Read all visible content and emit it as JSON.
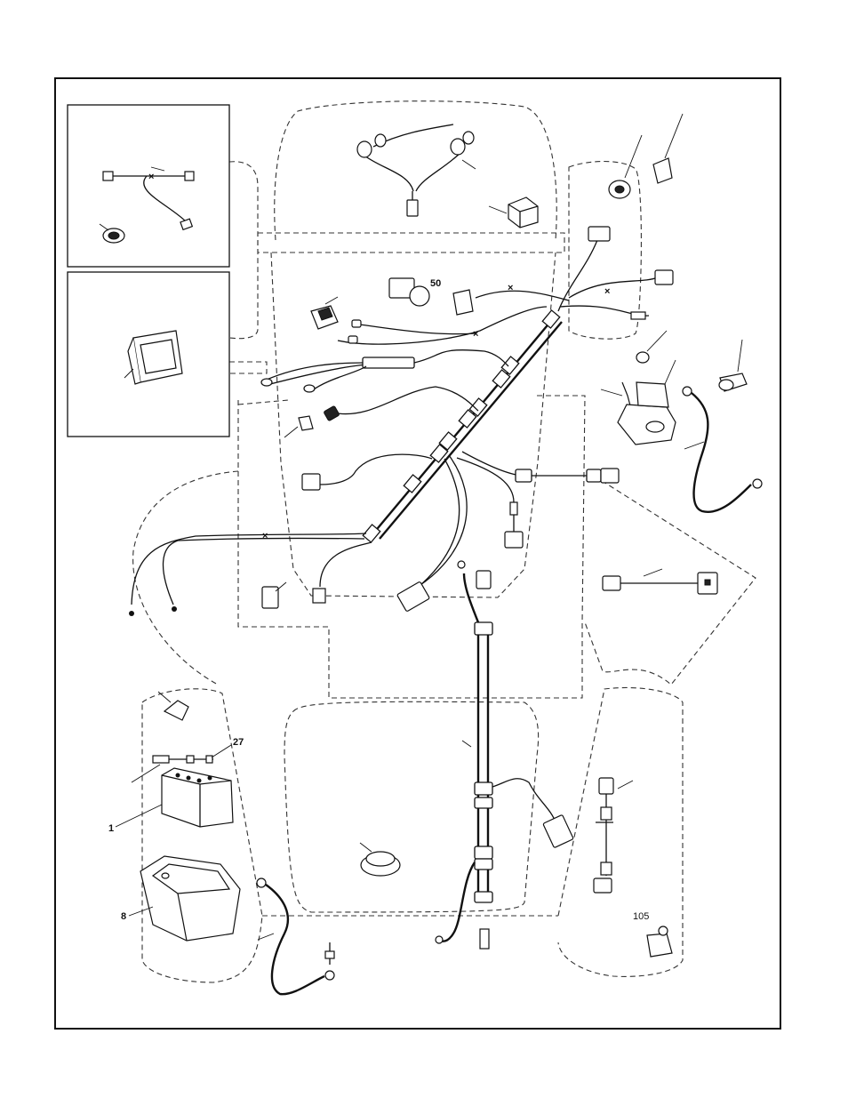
{
  "diagram": {
    "labels": {
      "fifty": "50",
      "twenty_seven": "27",
      "one": "1",
      "eight": "8",
      "one_oh_five": "105"
    }
  }
}
